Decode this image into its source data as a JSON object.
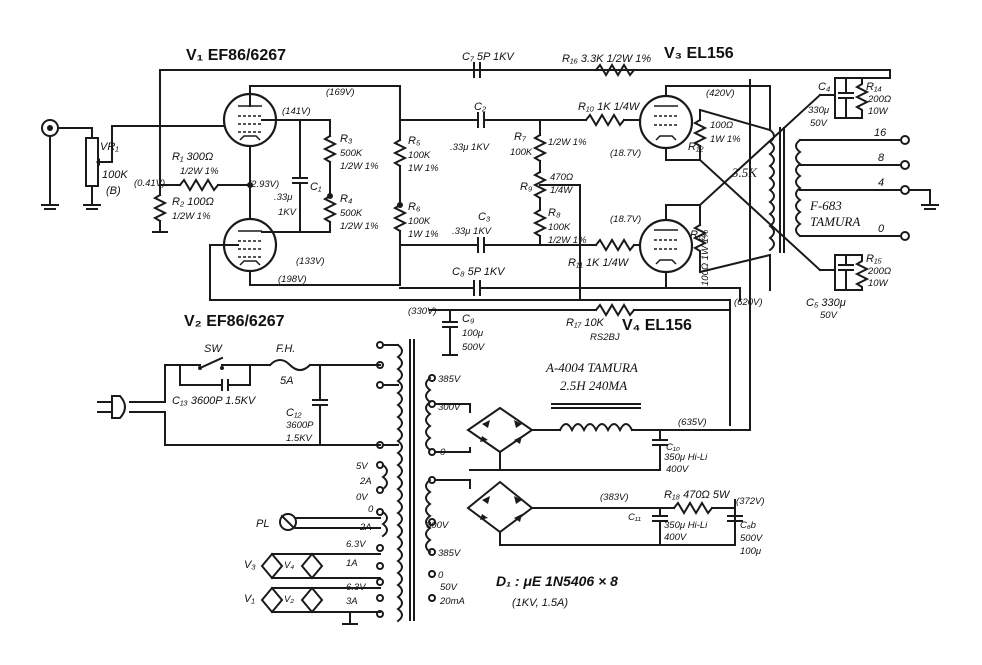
{
  "tubes": {
    "v1": "V₁ EF86/6267",
    "v2": "V₂ EF86/6267",
    "v3": "V₃ EL156",
    "v4": "V₄ EL156"
  },
  "components": {
    "vr1": "VR₁",
    "vr1_value": "100K",
    "vr1_type": "(B)",
    "r1": "R₁ 300Ω",
    "r1_val": "1/2W 1%",
    "r2": "R₂ 100Ω",
    "r2_val": "1/2W 1%",
    "r3": "R₃",
    "r3_val": "500K",
    "r3_w": "1/2W 1%",
    "r4": "R₄",
    "r4_val": "500K",
    "r4_w": "1/2W 1%",
    "r5": "R₅",
    "r5_val": "100K",
    "r5_w": "1W 1%",
    "r6": "R₆",
    "r6_val": "100K",
    "r6_w": "1W 1%",
    "r7": "R₇",
    "r7_val": "100K",
    "r7_w": "1/2W 1%",
    "r8": "R₈",
    "r8_val": "100K",
    "r8_w": "1/2W 1%",
    "r9": "R₉",
    "r9_val": "470Ω",
    "r9_w": "1/4W",
    "r10": "R₁₀ 1K 1/4W",
    "r11": "R₁₁ 1K 1/4W",
    "r12": "R₁₂",
    "r12_val": "100Ω",
    "r12_w": "1W 1%",
    "r13": "R₁₃",
    "r13_val": "100Ω 1W 1%",
    "r14": "R₁₄",
    "r14_val": "200Ω",
    "r14_w": "10W",
    "r15": "R₁₅",
    "r15_val": "200Ω",
    "r15_w": "10W",
    "r16": "R₁₆ 3.3K 1/2W 1%",
    "r17": "R₁₇ 10K",
    "r17_w": "RS2BJ",
    "r18": "R₁₈ 470Ω 5W",
    "c1": "C₁",
    "c1_val": ".33μ",
    "c1_v": "1KV",
    "c2": "C₂",
    "c2_val": ".33μ 1KV",
    "c3": "C₃",
    "c3_val": ".33μ 1KV",
    "c4": "C₄",
    "c4_val": "330μ",
    "c4_v": "50V",
    "c5": "C₅ 330μ",
    "c5_v": "50V",
    "c7": "C₇ 5P 1KV",
    "c8": "C₈ 5P 1KV",
    "c9": "C₉",
    "c9_val": "100μ",
    "c9_v": "500V",
    "c10": "C₁₀",
    "c10_val": "350μ Hi-Li",
    "c10_v": "400V",
    "c11": "C₁₁",
    "c11_val": "350μ Hi-Li",
    "c11_v": "400V",
    "c12": "C₁₂",
    "c12_val": "3600P",
    "c12_v": "1.5KV",
    "c13": "C₁₃ 3600P 1.5KV",
    "c6b": "C₆b",
    "c6b_v": "500V",
    "c6b_val": "100μ",
    "sw": "SW",
    "fh": "F.H.",
    "fuse": "5A",
    "pl": "PL",
    "v3h": "V₃",
    "v4h": "V₄",
    "v1h": "V₁",
    "v2h": "V₂",
    "choke": "A-4004 TAMURA",
    "choke_val": "2.5H 240MA",
    "ot": "F-683",
    "ot_make": "TAMURA",
    "ot_imp": "3.5K",
    "diodes": "D₁ : μE 1N5406 × 8",
    "diodes_rating": "(1KV, 1.5A)"
  },
  "voltages": {
    "v169": "(169V)",
    "v141": "(141V)",
    "v293": "(2.93V)",
    "v041": "(0.41V)",
    "v133": "(133V)",
    "v198": "(198V)",
    "v330": "(330V)",
    "v420": "(420V)",
    "v187a": "(18.7V)",
    "v187b": "(18.7V)",
    "v620": "(620V)",
    "v635": "(635V)",
    "v383": "(383V)",
    "v372": "(372V)"
  },
  "transformer_taps": {
    "t385a": "385V",
    "t300a": "300V",
    "t0a": "0",
    "t5v": "5V",
    "t2a": "2A",
    "t0v": "0V",
    "t0b": "0",
    "t2a_pl": "2A",
    "t300b": "300V",
    "t385b": "385V",
    "t63a": "6.3V",
    "t1a": "1A",
    "t63b": "6.3V",
    "t3a": "3A",
    "t50v": "50V",
    "t20ma": "20mA",
    "t0c": "0"
  },
  "outputs": {
    "o16": "16",
    "o8": "8",
    "o4": "4",
    "o0": "0"
  },
  "colors": {
    "ink": "#1a1a1a",
    "paper": "#ffffff"
  }
}
